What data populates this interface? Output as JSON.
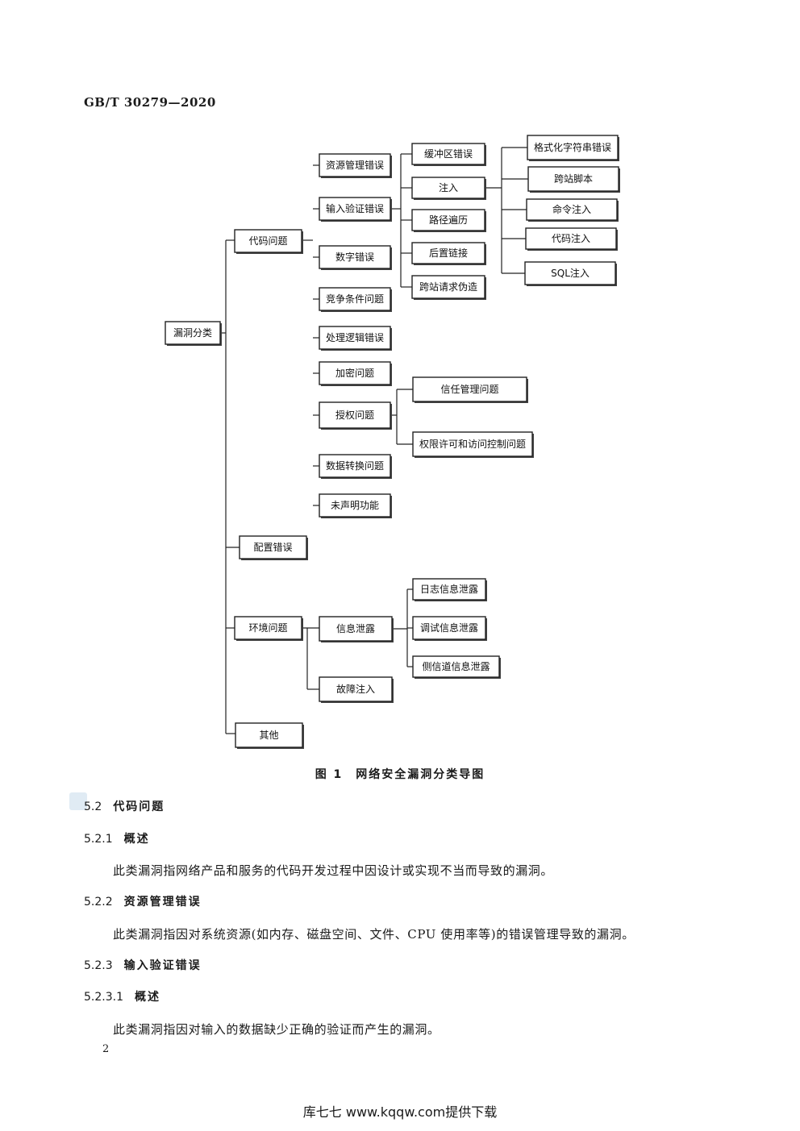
{
  "header": "GB/T 30279—2020",
  "diagram": {
    "nodes": {
      "root": "漏洞分类",
      "code": "代码问题",
      "config": "配置错误",
      "env": "环境问题",
      "other": "其他",
      "res": "资源管理错误",
      "input": "输入验证错误",
      "num": "数字错误",
      "race": "竞争条件问题",
      "logic": "处理逻辑错误",
      "crypto": "加密问题",
      "auth": "授权问题",
      "conv": "数据转换问题",
      "undecl": "未声明功能",
      "buffer": "缓冲区错误",
      "inject": "注入",
      "path": "路径遍历",
      "link": "后置链接",
      "csrf": "跨站请求伪造",
      "fmt": "格式化字符串错误",
      "xss": "跨站脚本",
      "cmd": "命令注入",
      "codeinj": "代码注入",
      "sql": "SQL注入",
      "trust": "信任管理问题",
      "perm": "权限许可和访问控制问题",
      "leak": "信息泄露",
      "fault": "故障注入",
      "log": "日志信息泄露",
      "debug": "调试信息泄露",
      "side": "侧信道信息泄露"
    }
  },
  "caption": "图 1　网络安全漏洞分类导图",
  "sections": {
    "s52": {
      "num": "5.2",
      "title": "代码问题"
    },
    "s521": {
      "num": "5.2.1",
      "title": "概述"
    },
    "p521": "此类漏洞指网络产品和服务的代码开发过程中因设计或实现不当而导致的漏洞。",
    "s522": {
      "num": "5.2.2",
      "title": "资源管理错误"
    },
    "p522": "此类漏洞指因对系统资源(如内存、磁盘空间、文件、CPU 使用率等)的错误管理导致的漏洞。",
    "s523": {
      "num": "5.2.3",
      "title": "输入验证错误"
    },
    "s5231": {
      "num": "5.2.3.1",
      "title": "概述"
    },
    "p5231": "此类漏洞指因对输入的数据缺少正确的验证而产生的漏洞。"
  },
  "page_number": "2",
  "footer": "库七七 www.kqqw.com提供下载"
}
